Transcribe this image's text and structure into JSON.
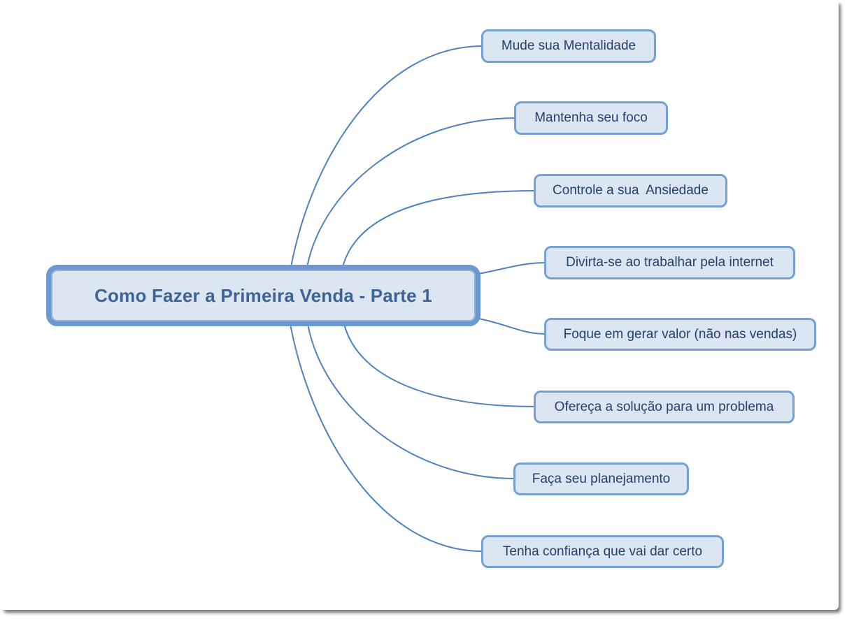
{
  "mindmap": {
    "root": {
      "label": "Como Fazer a Primeira Venda - Parte 1"
    },
    "branches": [
      {
        "label": "Mude sua Mentalidade"
      },
      {
        "label": "Mantenha seu foco"
      },
      {
        "label": "Controle a sua  Ansiedade"
      },
      {
        "label": "Divirta-se ao trabalhar pela internet"
      },
      {
        "label": "Foque em gerar valor (não nas vendas)"
      },
      {
        "label": "Ofereça a solução para um problema"
      },
      {
        "label": "Faça seu planejamento"
      },
      {
        "label": "Tenha confiança que vai dar certo"
      }
    ],
    "colors": {
      "connector": "#4f81bd",
      "node_fill": "#dce6f2",
      "branch_border": "#74a0d4",
      "root_border": "#6b99cf",
      "root_text": "#3c6496",
      "branch_text": "#24406b"
    }
  }
}
